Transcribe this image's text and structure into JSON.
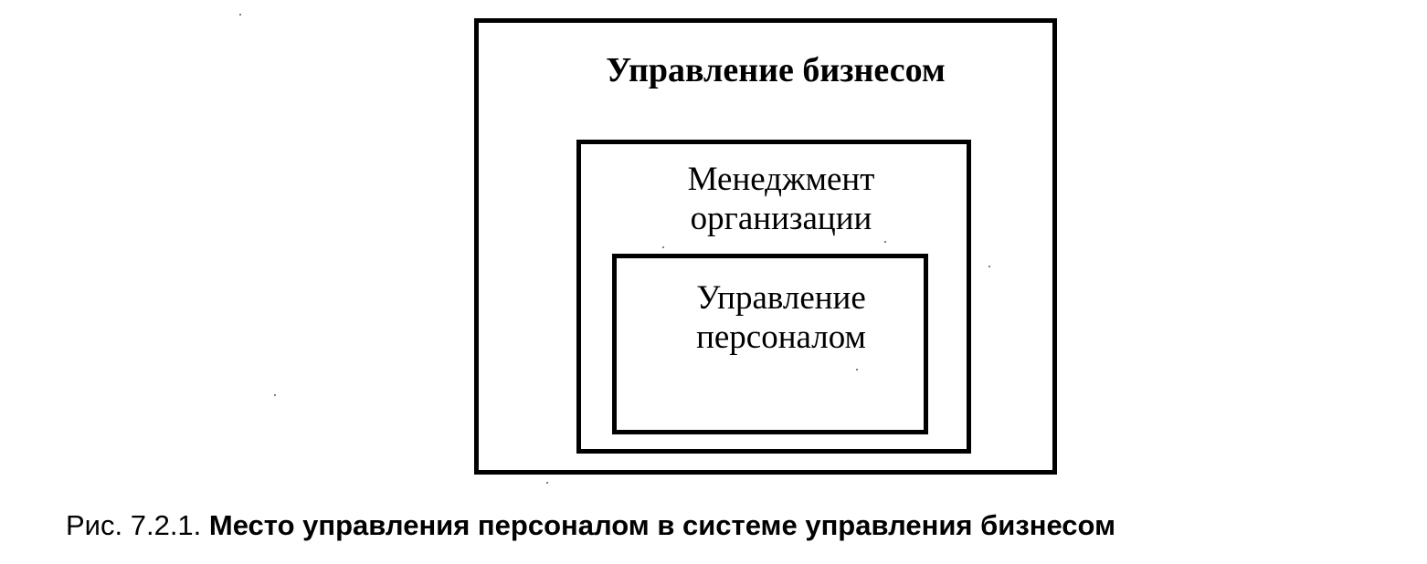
{
  "diagram": {
    "outer": {
      "label": "Управление бизнесом"
    },
    "middle": {
      "label_lines": [
        "Менеджмент",
        "организации"
      ]
    },
    "inner": {
      "label_lines": [
        "Управление",
        "персоналом"
      ]
    }
  },
  "caption": {
    "number": "Рис. 7.2.1.",
    "title": "Место управления персоналом в системе управления бизнесом"
  }
}
